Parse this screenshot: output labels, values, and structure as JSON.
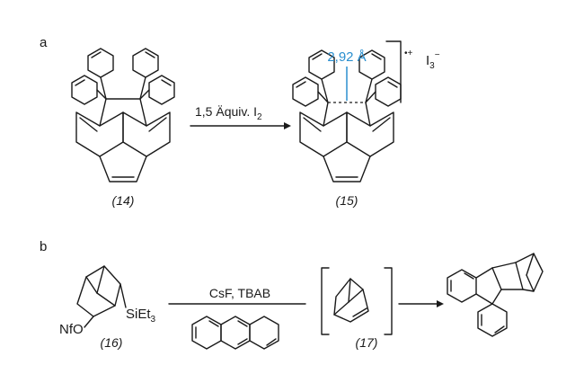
{
  "panels": [
    {
      "label": "a",
      "compounds": [
        {
          "label": "(14)"
        },
        {
          "label": "(15)"
        }
      ],
      "reagent": {
        "text": "1,5 Äquiv. I",
        "subscript": "2"
      },
      "distance": "2,92 Å",
      "charge": "•+",
      "counterion": {
        "text": "I",
        "subscript": "3",
        "superscript": "−"
      }
    },
    {
      "label": "b",
      "compounds": [
        {
          "label": "(16)"
        },
        {
          "label": "(17)"
        }
      ],
      "substituents": {
        "leaving_group": "NfO",
        "silyl": {
          "text": "SiEt",
          "subscript": "3"
        }
      },
      "reagent": {
        "text": "CsF, TBAB"
      }
    }
  ],
  "colors": {
    "highlight": "#2a8fcf",
    "ink": "#1a1a1a"
  }
}
